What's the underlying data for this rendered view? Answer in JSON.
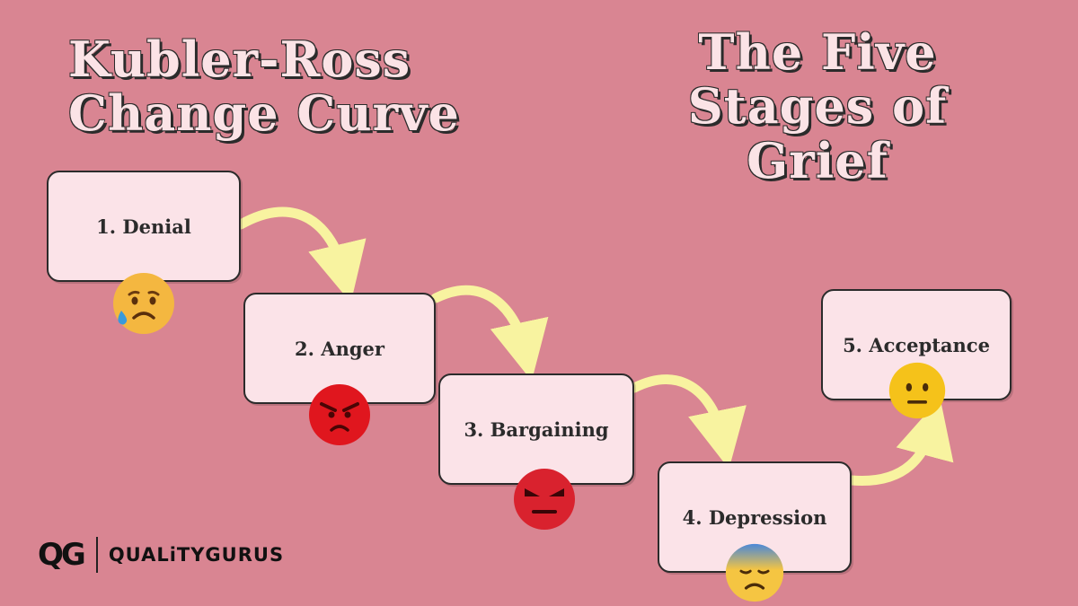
{
  "title_left": {
    "line1": "Kubler-Ross",
    "line2": "Change Curve"
  },
  "title_right": {
    "line1": "The Five",
    "line2": "Stages of",
    "line3": "Grief"
  },
  "stages": [
    {
      "label": "1. Denial",
      "emoji": "sad-tear-face-icon"
    },
    {
      "label": "2. Anger",
      "emoji": "angry-face-icon"
    },
    {
      "label": "3. Bargaining",
      "emoji": "furious-face-icon"
    },
    {
      "label": "4. Depression",
      "emoji": "anxious-face-icon"
    },
    {
      "label": "5. Acceptance",
      "emoji": "neutral-face-icon"
    }
  ],
  "logo": {
    "mark": "QG",
    "text": "QUALiTYGURUS"
  },
  "colors": {
    "background": "#d98592",
    "box_fill": "#fbe3e8",
    "arrow": "#f8f3a0",
    "title_fill": "#fbe3e6"
  }
}
